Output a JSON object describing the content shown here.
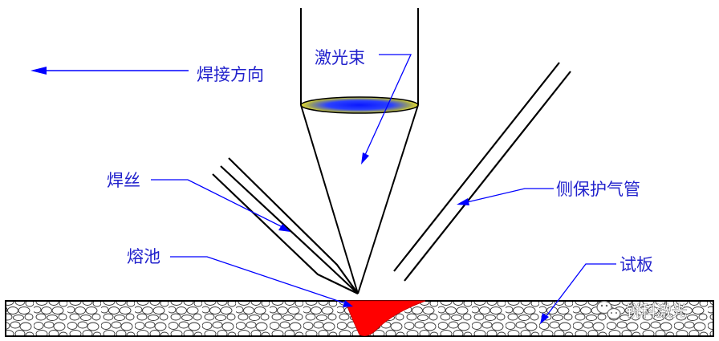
{
  "labels": {
    "welding_direction": "焊接方向",
    "laser_beam": "激光束",
    "wire": "焊丝",
    "side_gas_tube": "侧保护气管",
    "molten_pool": "熔池",
    "test_plate": "试板"
  },
  "watermark": "锐科激光",
  "colors": {
    "label": "#2222cc",
    "arrow": "#0000ff",
    "pool": "#ff0000",
    "outline": "#000000",
    "lens_center": "#1020ff",
    "lens_edge": "#e8e030"
  },
  "icons": {
    "watermark": "wechat-icon"
  }
}
